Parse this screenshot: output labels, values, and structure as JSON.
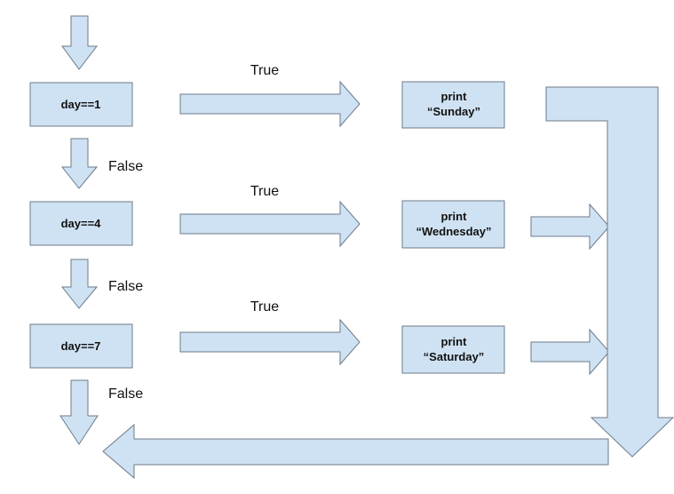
{
  "conditions": [
    {
      "label": "day==1",
      "true_label": "True",
      "false_label": "False"
    },
    {
      "label": "day==4",
      "true_label": "True",
      "false_label": "False"
    },
    {
      "label": "day==7",
      "true_label": "True",
      "false_label": "False"
    }
  ],
  "actions": [
    {
      "line1": "print",
      "line2": "“Sunday”"
    },
    {
      "line1": "print",
      "line2": "“Wednesday”"
    },
    {
      "line1": "print",
      "line2": "“Saturday”"
    }
  ],
  "colors": {
    "fill": "#cfe2f3",
    "stroke": "#6d7b8a",
    "text": "#111111"
  }
}
